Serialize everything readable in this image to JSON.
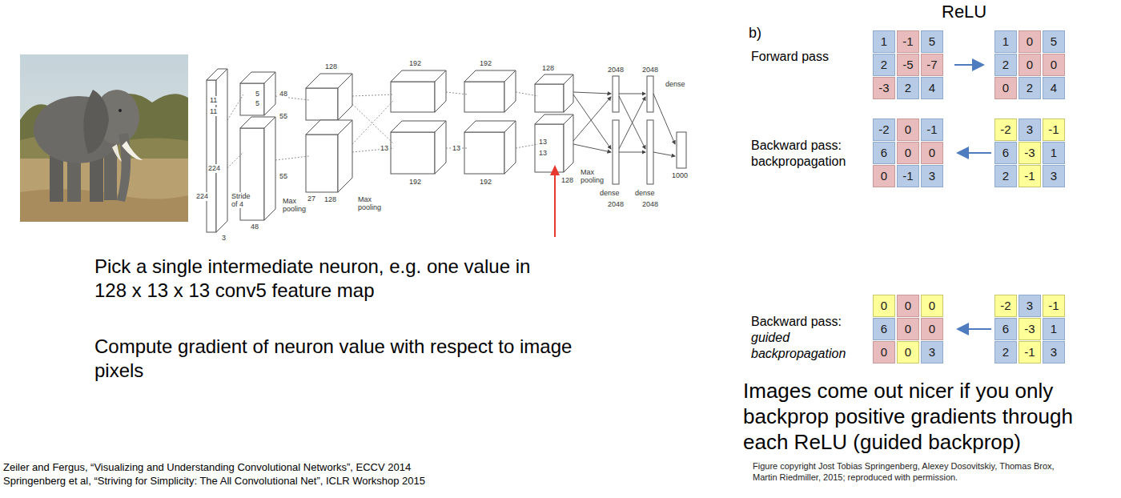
{
  "diagram": {
    "caption": "Images come out nicer if you only backprop positive gradients through each ReLU (guided backprop)",
    "labels": [
      "ReLU",
      "b)",
      "Forward pass",
      "1",
      "-1",
      "5",
      "2",
      "-5",
      "-7",
      "-3",
      "2",
      "4",
      "1",
      "0",
      "5",
      "2",
      "0",
      "0",
      "0",
      "2",
      "4",
      "Backward pass:",
      "backpropagation",
      "-2",
      "0",
      "-1",
      "6",
      "0",
      "0",
      "0",
      "-1",
      "3",
      "-2",
      "3",
      "-1",
      "6",
      "-3",
      "1",
      "2",
      "-1",
      "3",
      "Backward pass:",
      "guided backpropagation",
      "0",
      "0",
      "0",
      "6",
      "0",
      "0",
      "0",
      "0",
      "3",
      "-2",
      "3",
      "-1",
      "6",
      "-3",
      "1",
      "2",
      "-1",
      "3",
      "Pick a single intermediate neuron, e.g. one value in 128 x 13 x 13 conv5 feature map",
      "Compute gradient of neuron value with respect to image pixels",
      "Zeiler and Fergus, “Visualizing and Understanding Convolutional Networks”, ECCV 2014",
      "Springenberg et al, “Striving for Simplicity: The All Convolutional Net”, ICLR Workshop 2015",
      "Figure copyright Jost Tobias Springenberg, Alexey Dosovitskiy, Thomas Brox, Martin Riedmiller, 2015; reproduced with permission.",
      "11",
      "11",
      "224",
      "224",
      "Stride of 4",
      "3",
      "5",
      "5",
      "48",
      "55",
      "55",
      "48",
      "Max pooling",
      "128",
      "27",
      "128",
      "Max pooling",
      "13",
      "192",
      "192",
      "13",
      "192",
      "192",
      "128",
      "13",
      "13",
      "128",
      "Max pooling",
      "2048",
      "2048",
      "dense",
      "dense",
      "dense",
      "2048",
      "2048",
      "1000"
    ]
  }
}
